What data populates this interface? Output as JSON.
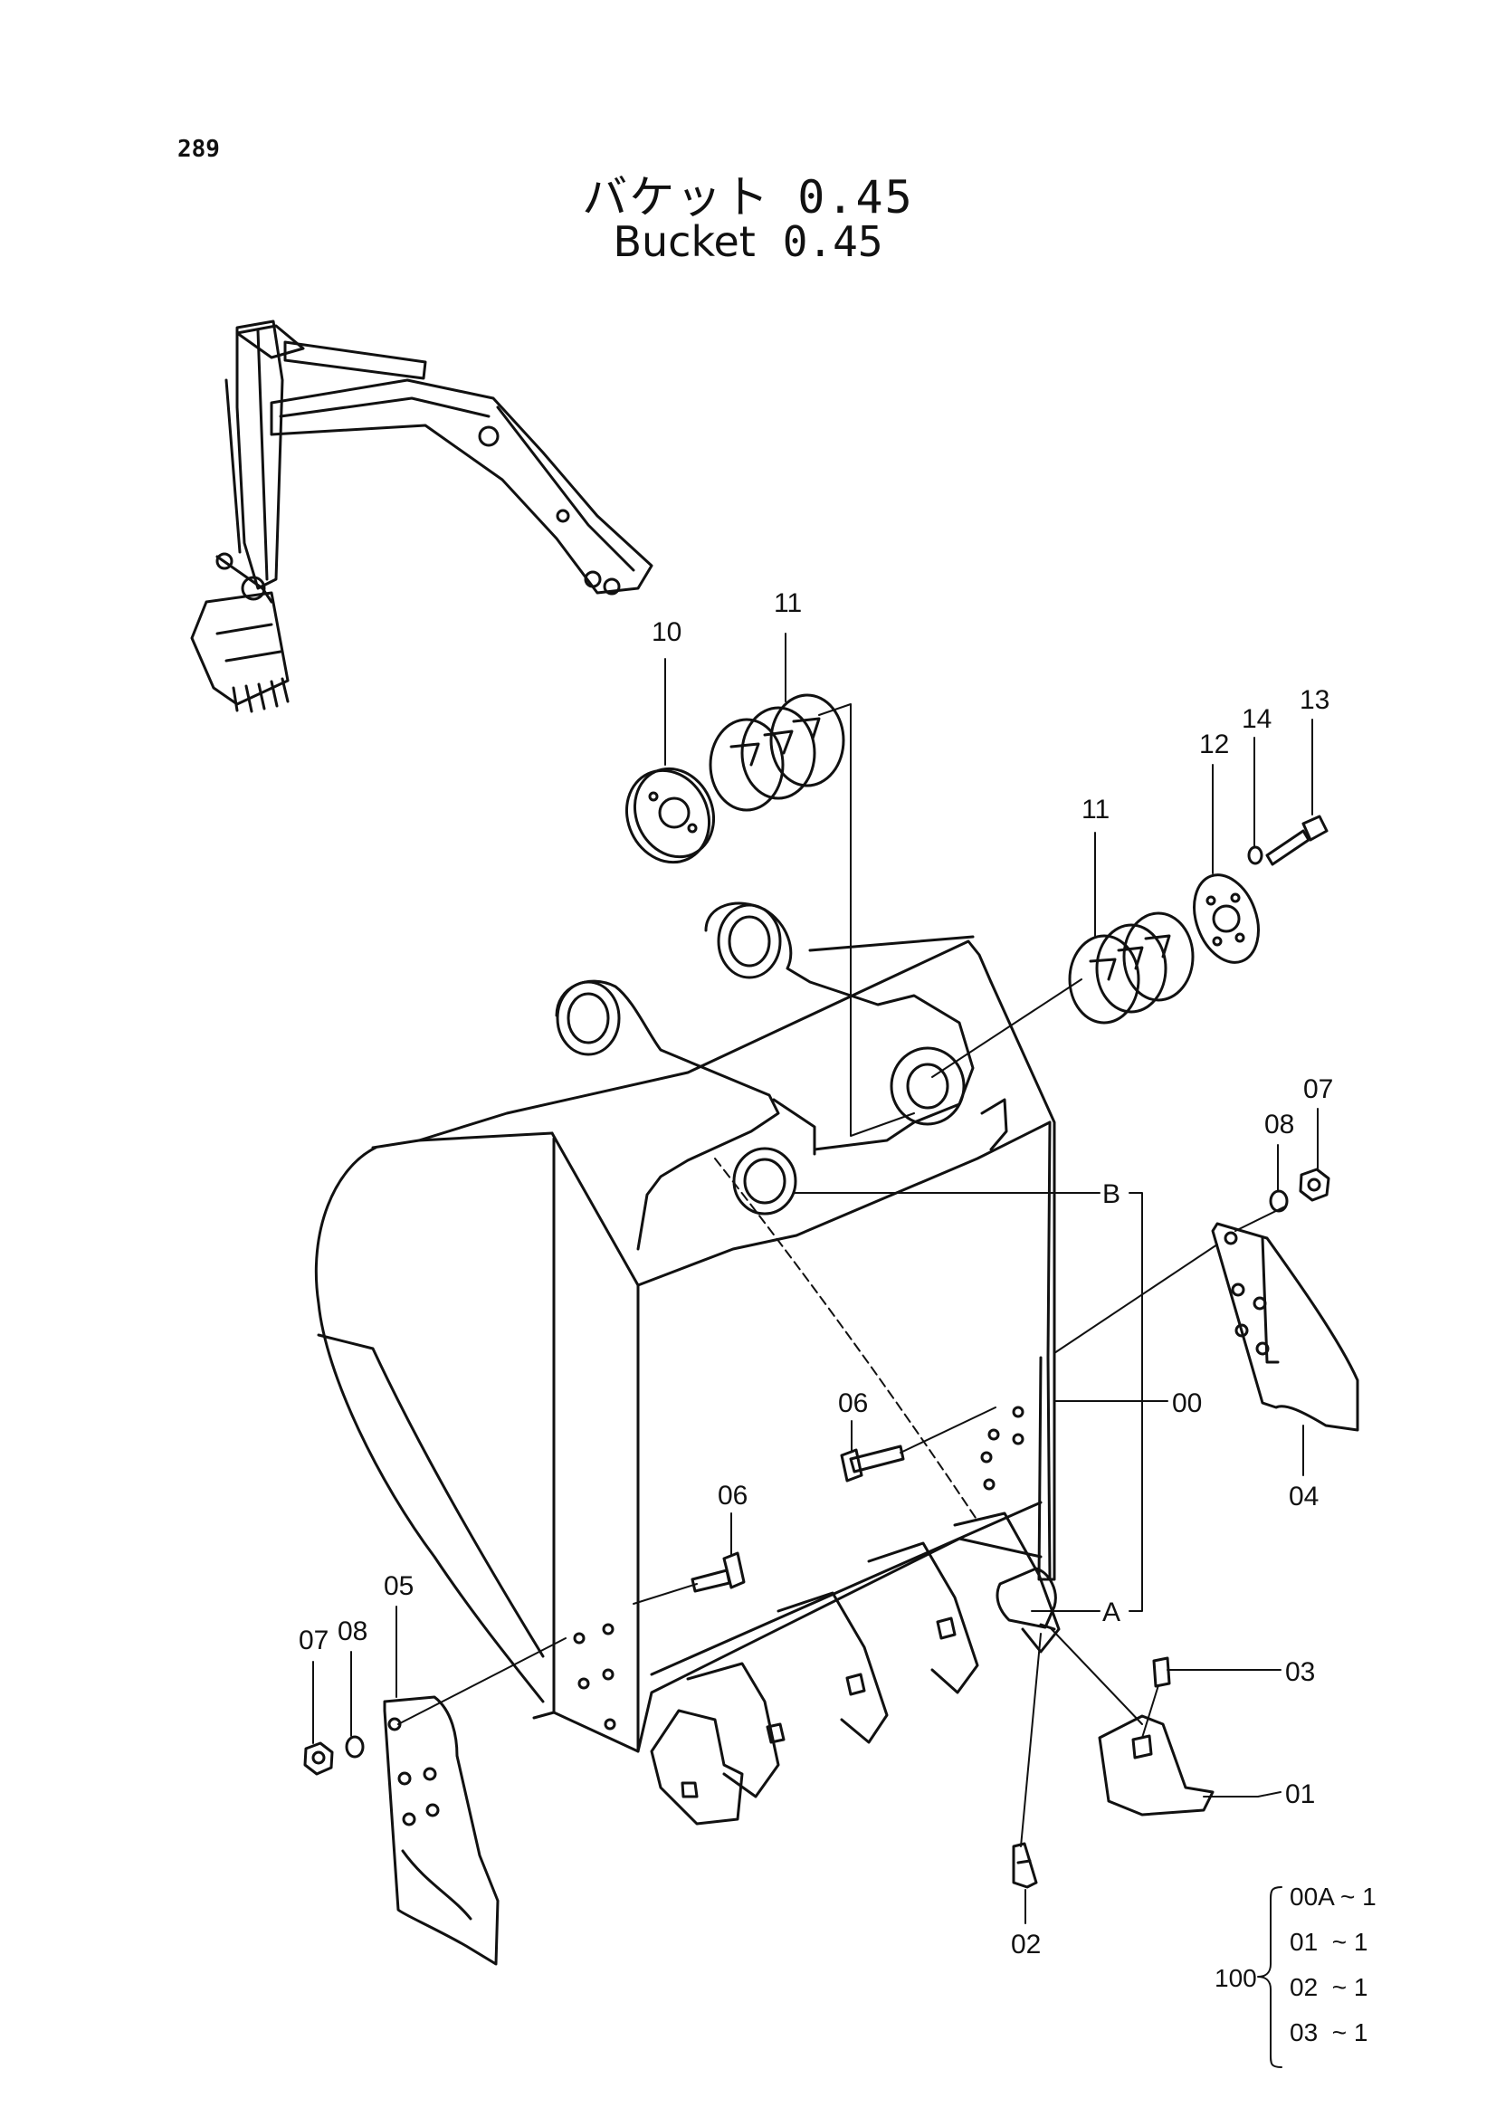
{
  "page_number": "289",
  "title": {
    "jp": "バケット",
    "en": "Bucket",
    "value": "0.45"
  },
  "callouts": [
    {
      "id": "c11a",
      "label": "11"
    },
    {
      "id": "c10",
      "label": "10"
    },
    {
      "id": "c11b",
      "label": "11"
    },
    {
      "id": "c12",
      "label": "12"
    },
    {
      "id": "c14",
      "label": "14"
    },
    {
      "id": "c13",
      "label": "13"
    },
    {
      "id": "c07r",
      "label": "07"
    },
    {
      "id": "c08r",
      "label": "08"
    },
    {
      "id": "cB",
      "label": "B"
    },
    {
      "id": "c00",
      "label": "00"
    },
    {
      "id": "c04",
      "label": "04"
    },
    {
      "id": "c06a",
      "label": "06"
    },
    {
      "id": "c06b",
      "label": "06"
    },
    {
      "id": "cA",
      "label": "A"
    },
    {
      "id": "c03",
      "label": "03"
    },
    {
      "id": "c01",
      "label": "01"
    },
    {
      "id": "c02",
      "label": "02"
    },
    {
      "id": "c07l",
      "label": "07"
    },
    {
      "id": "c08l",
      "label": "08"
    },
    {
      "id": "c05",
      "label": "05"
    }
  ],
  "assembly": {
    "number": "100",
    "items": [
      "00A ~ 1",
      "01  ~ 1",
      "02  ~ 1",
      "03  ~ 1"
    ]
  }
}
